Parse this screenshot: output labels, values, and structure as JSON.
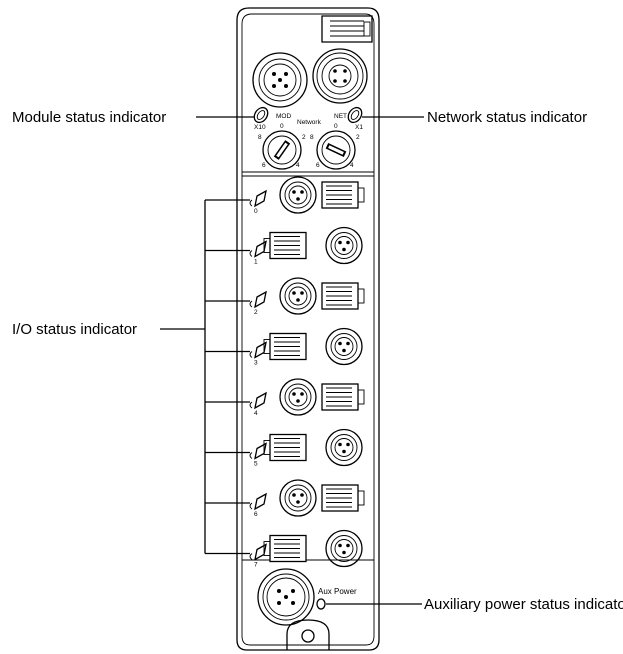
{
  "labels": {
    "module_status": "Module status indicator",
    "network_status": "Network status indicator",
    "io_status": "I/O status indicator",
    "aux_power_status": "Auxiliary power status indicator"
  },
  "device": {
    "mod": "MOD",
    "net": "NET",
    "network": "Network",
    "x10": "X10",
    "x1": "X1",
    "aux_power": "Aux Power",
    "dial_mod": {
      "top": "0",
      "left": "8",
      "right": "2",
      "bl": "6",
      "br": "4"
    },
    "dial_net": {
      "top": "0",
      "left": "8",
      "right": "2",
      "bl": "6",
      "br": "4"
    },
    "io_channels": [
      "0",
      "1",
      "2",
      "3",
      "4",
      "5",
      "6",
      "7"
    ]
  }
}
